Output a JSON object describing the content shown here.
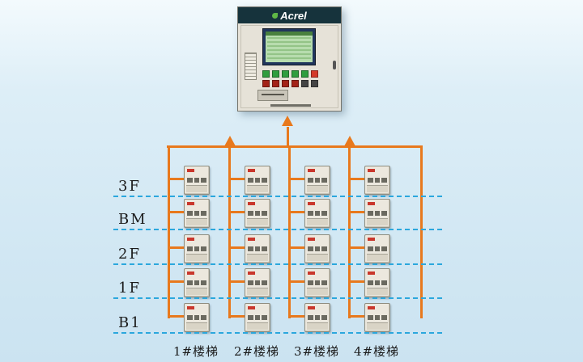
{
  "diagram": {
    "brand": "Acrel",
    "floors": [
      "3F",
      "BM",
      "2F",
      "1F",
      "B1"
    ],
    "staircases": [
      "1#楼梯",
      "2#楼梯",
      "3#楼梯",
      "4#楼梯"
    ],
    "colors": {
      "line_orange": "#e8791d",
      "dashed_blue": "#2ba7dd",
      "panel_header": "#16333c",
      "panel_body": "#e6e2d8",
      "screen_green": "#b7dcae",
      "background_blue": "#d7eaf5"
    },
    "grid": {
      "rows": 5,
      "cols": 4
    }
  },
  "panel": {
    "led_row1": [
      "#2f9e3f",
      "#2f9e3f",
      "#2f9e3f",
      "#2f9e3f",
      "#2f9e3f",
      "#d43a2a"
    ],
    "led_row2": [
      "#a32318",
      "#a32318",
      "#a32318",
      "#a32318",
      "#444444",
      "#444444"
    ]
  }
}
